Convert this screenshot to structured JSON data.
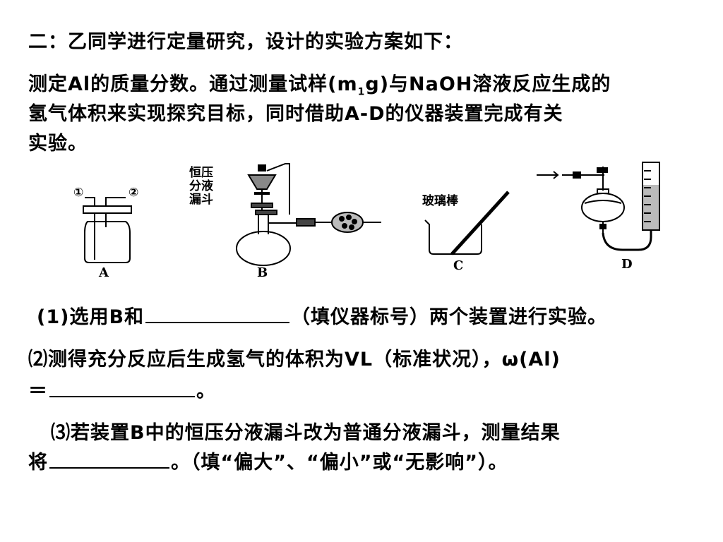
{
  "heading": "二：乙同学进行定量研究，设计的实验方案如下：",
  "intro": {
    "line1_a": "测定Al的质量分数。通过测量试样(m",
    "line1_sub": "1",
    "line1_b": "g)与NaOH溶液反应生成的",
    "line2": "氢气体积来实现探究目标，同时借助A-D的仪器装置完成有关",
    "line3": "实验。"
  },
  "figure": {
    "label_a": "A",
    "label_b": "B",
    "label_c": "C",
    "label_d": "D",
    "port_1": "①",
    "port_2": "②",
    "funnel_label_1": "恒压",
    "funnel_label_2": "分液",
    "funnel_label_3": "漏斗",
    "rod_label": "玻璃棒"
  },
  "q1": {
    "prefix": "(1)选用B和",
    "suffix": "（填仪器标号）两个装置进行实验。"
  },
  "q2": {
    "line1": "⑵测得充分反应后生成氢气的体积为VL（标准状况），ω(Al)",
    "prefix": "＝",
    "suffix": "。"
  },
  "q3": {
    "line1": "⑶若装置B中的恒压分液漏斗改为普通分液漏斗，测量结果",
    "prefix": "将",
    "suffix": "。（填“偏大”、“偏小”或“无影响”）。"
  }
}
